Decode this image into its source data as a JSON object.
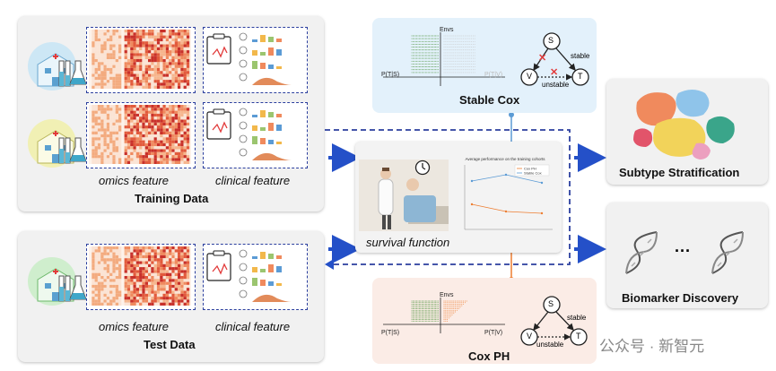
{
  "training": {
    "title": "Training Data",
    "omics_label": "omics feature",
    "clinical_label": "clinical feature"
  },
  "test": {
    "title": "Test Data",
    "omics_label": "omics feature",
    "clinical_label": "clinical feature"
  },
  "center": {
    "survival_label": "survival function",
    "chart_title": "Average performance on the training cohorts",
    "legend_cox": "Cox PH",
    "legend_stable": "Stable Cox"
  },
  "stable_cox": {
    "title": "Stable Cox",
    "envs_label": "Envs",
    "p_ts": "P(T|S)",
    "p_tv": "P(T|V)",
    "node_s": "S",
    "node_v": "V",
    "node_t": "T",
    "stable_label": "stable",
    "unstable_label": "unstable"
  },
  "cox_ph": {
    "title": "Cox PH",
    "envs_label": "Envs",
    "p_ts": "P(T|S)",
    "p_tv": "P(T|V)",
    "node_s": "S",
    "node_v": "V",
    "node_t": "T",
    "stable_label": "stable",
    "unstable_label": "unstable"
  },
  "outputs": {
    "subtype": "Subtype Stratification",
    "biomarker": "Biomarker Discovery",
    "ellipsis": "···"
  },
  "watermark": "公众号 · 新智元",
  "colors": {
    "dash_blue": "#2b3f9e",
    "arrow_blue": "#2450c8",
    "stable_blue": "#5b9bd5",
    "cox_orange": "#ed7d31",
    "heat_red": "#d9382a",
    "heat_orange": "#f2a56a",
    "stable_panel": "#e3f1fb",
    "cox_panel": "#fbece6"
  }
}
